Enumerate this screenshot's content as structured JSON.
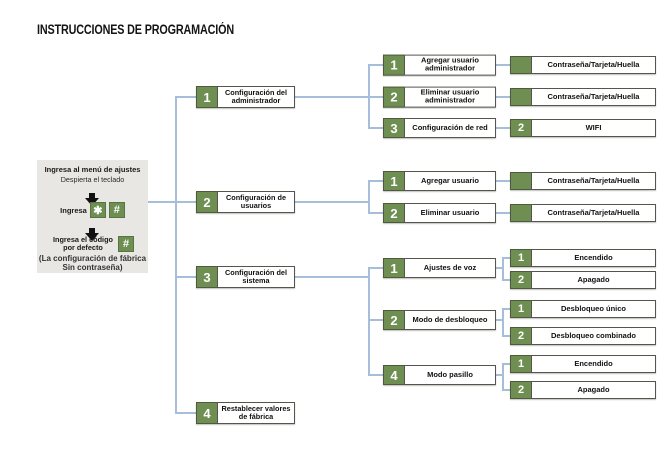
{
  "title": "INSTRUCCIONES DE PROGRAMACIÓN",
  "colors": {
    "green": "#6e8f51",
    "line": "#a7bedb",
    "panel_bg": "#e8e7e4",
    "box_border": "#55554b"
  },
  "panel": {
    "heading_bold": "Ingresa al menú de ajustes",
    "heading_sub": "Despierta el teclado",
    "enter_label": "Ingresa",
    "star_key": "✱",
    "hash_key": "#",
    "code_label_line1": "Ingresa el código",
    "code_label_line2": "por defecto",
    "note": "(La configuración de fábrica Sin contraseña)"
  },
  "nodes": {
    "n1": {
      "num": "1",
      "label": "Configuración del administrador"
    },
    "n1c1": {
      "num": "1",
      "label": "Agregar usuario administrador"
    },
    "n1c1r": {
      "num": "",
      "label": "Contraseña/Tarjeta/Huella"
    },
    "n1c2": {
      "num": "2",
      "label": "Eliminar usuario administrador"
    },
    "n1c2r": {
      "num": "",
      "label": "Contraseña/Tarjeta/Huella"
    },
    "n1c3": {
      "num": "3",
      "label": "Configuración de red"
    },
    "n1c3r": {
      "num": "2",
      "label": "WIFI"
    },
    "n2": {
      "num": "2",
      "label": "Configuración de usuarios"
    },
    "n2c1": {
      "num": "1",
      "label": "Agregar usuario"
    },
    "n2c1r": {
      "num": "",
      "label": "Contraseña/Tarjeta/Huella"
    },
    "n2c2": {
      "num": "2",
      "label": "Eliminar usuario"
    },
    "n2c2r": {
      "num": "",
      "label": "Contraseña/Tarjeta/Huella"
    },
    "n3": {
      "num": "3",
      "label": "Configuración del sistema"
    },
    "n3c1": {
      "num": "1",
      "label": "Ajustes de voz"
    },
    "n3c1a": {
      "num": "1",
      "label": "Encendido"
    },
    "n3c1b": {
      "num": "2",
      "label": "Apagado"
    },
    "n3c2": {
      "num": "2",
      "label": "Modo de desbloqueo"
    },
    "n3c2a": {
      "num": "1",
      "label": "Desbloqueo único"
    },
    "n3c2b": {
      "num": "2",
      "label": "Desbloqueo combinado"
    },
    "n3c3": {
      "num": "4",
      "label": "Modo pasillo"
    },
    "n3c3a": {
      "num": "1",
      "label": "Encendido"
    },
    "n3c3b": {
      "num": "2",
      "label": "Apagado"
    },
    "n4": {
      "num": "4",
      "label": "Restablecer valores de fábrica"
    }
  }
}
